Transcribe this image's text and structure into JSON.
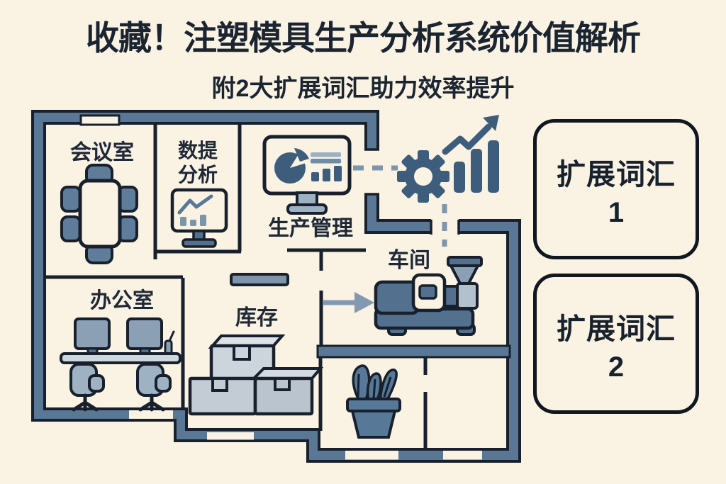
{
  "header": {
    "title": "收藏！注塑模具生产分析系统价值解析",
    "subtitle": "附2大扩展词汇助力效率提升"
  },
  "floorplan": {
    "rooms": {
      "meeting_room": {
        "label": "会议室"
      },
      "data_analysis": {
        "label_line1": "数提",
        "label_line2": "分析"
      },
      "production_management": {
        "label": "生产管理"
      },
      "workshop": {
        "label": "车间"
      },
      "office": {
        "label": "办公室"
      },
      "inventory": {
        "label": "库存"
      }
    },
    "icons": [
      "conference-table-icon",
      "line-chart-monitor-icon",
      "dashboard-monitor-icon",
      "gear-icon",
      "growth-bars-arrow-icon",
      "injection-molding-machine-icon",
      "workstations-icon",
      "storage-boxes-icon",
      "potted-plant-icon",
      "flow-arrow-icon"
    ]
  },
  "expansion_cards": [
    {
      "label": "扩展词汇",
      "number": "1"
    },
    {
      "label": "扩展词汇",
      "number": "2"
    }
  ],
  "colors": {
    "background": "#faf2e3",
    "wall_fill": "#5a7895",
    "outline": "#17202c",
    "accent": "#3e5d7c",
    "furniture_blue": "#53718f",
    "furniture_light": "#9db1c3",
    "box_grey": "#c8d0d8",
    "dashed_connector": "#7e95ad",
    "flow_arrow": "#8299b1",
    "title_text": "#1b2531"
  }
}
